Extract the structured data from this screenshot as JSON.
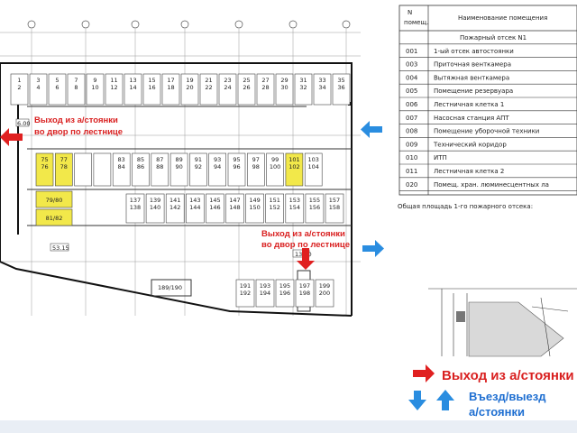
{
  "table": {
    "header_n": "N\nпомещ.",
    "header_name": "Наименование помещения",
    "rows": [
      {
        "n": "",
        "name": "Пожарный отсек N1"
      },
      {
        "n": "001",
        "name": "1-ый отсек автостоянки"
      },
      {
        "n": "003",
        "name": "Приточная венткамера"
      },
      {
        "n": "004",
        "name": "Вытяжная венткамера"
      },
      {
        "n": "005",
        "name": "Помещение резервуара"
      },
      {
        "n": "006",
        "name": "Лестничная клетка 1"
      },
      {
        "n": "007",
        "name": "Насосная станция АПТ"
      },
      {
        "n": "008",
        "name": "Помещение уборочной техники"
      },
      {
        "n": "009",
        "name": "Технический коридор"
      },
      {
        "n": "010",
        "name": "ИТП"
      },
      {
        "n": "011",
        "name": "Лестничная клетка 2"
      },
      {
        "n": "020",
        "name": "Помещ. хран. люминесцентных ла"
      }
    ],
    "footer": "Общая площадь 1-го пожарного отсека:"
  },
  "annotations": {
    "exit1": "Выход из а/стоянки\nво двор по лестнице",
    "exit2": "Выход из а/стоянки\nво двор по лестнице"
  },
  "legend": {
    "exit": "Выход из а/стоянки",
    "entry_line1": "Въезд/выезд",
    "entry_line2": "а/стоянки"
  },
  "colors": {
    "exit": "#e02020",
    "entry": "#2a8de0",
    "highlight": "#f2e84a"
  },
  "spaces": {
    "top_row": [
      "1\n2",
      "3\n4",
      "5\n6",
      "7\n8",
      "9\n10",
      "11\n12",
      "13\n14",
      "15\n16",
      "17\n18",
      "19\n20",
      "21\n22",
      "23\n24",
      "25\n26",
      "27\n28",
      "29\n30",
      "31\n32",
      "33\n34",
      "35\n36"
    ],
    "mid_upper": [
      "75\n76",
      "77\n78",
      "",
      "",
      "83\n84",
      "85\n86",
      "87\n88",
      "89\n90",
      "91\n92",
      "93\n94",
      "95\n96",
      "97\n98",
      "99\n100",
      "101\n102",
      "103\n104"
    ],
    "mid_lower": [
      "137\n138",
      "139\n140",
      "141\n142",
      "143\n144",
      "145\n146",
      "147\n148",
      "149\n150",
      "151\n152",
      "153\n154",
      "155\n156",
      "157\n158"
    ],
    "left_stack": [
      "79/80",
      "81/82"
    ],
    "bottom_row": [
      "191\n192",
      "193\n194",
      "195\n196",
      "197\n198",
      "199\n200"
    ],
    "lone": "189/190"
  },
  "misc": {
    "label_a": "53.15",
    "label_b": "13.80",
    "label_c": "6.00"
  }
}
